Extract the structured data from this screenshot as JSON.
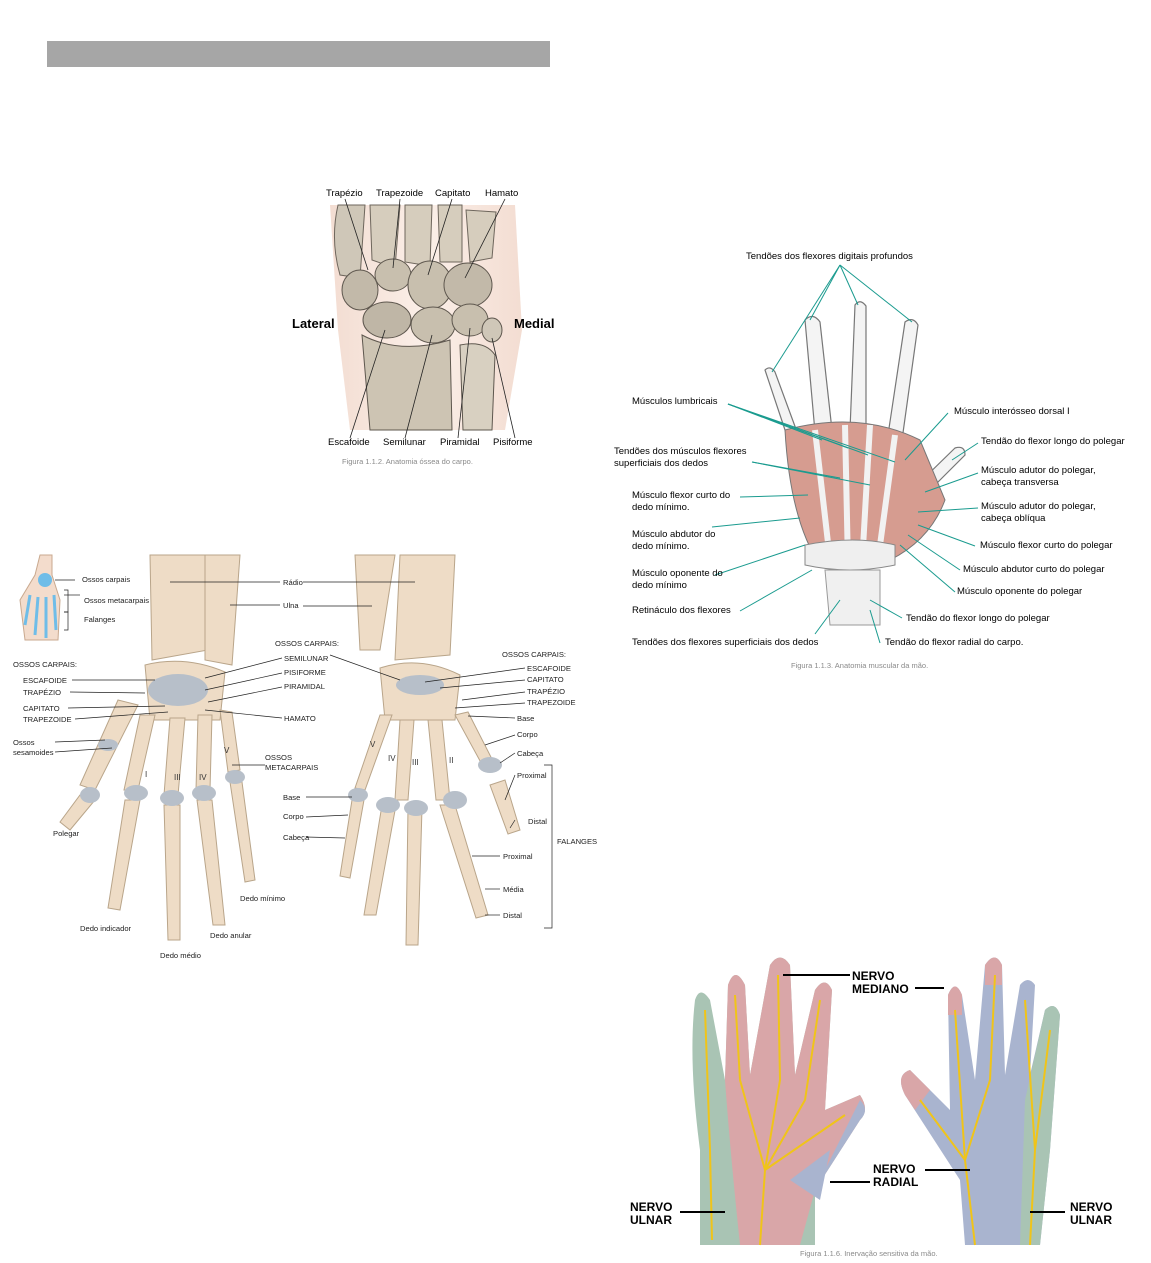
{
  "header": {
    "bar_color": "#a6a6a6"
  },
  "fig_carpal": {
    "top_labels": [
      "Trapézio",
      "Trapezoide",
      "Capitato",
      "Hamato"
    ],
    "side_labels": {
      "left": "Lateral",
      "right": "Medial"
    },
    "bottom_labels": [
      "Escafoide",
      "Semilunar",
      "Piramidal",
      "Pisiforme"
    ],
    "caption": "Figura 1.1.2. Anatomia óssea do carpo."
  },
  "fig_muscles": {
    "top_label": "Tendões dos flexores digitais profundos",
    "left_labels": [
      "Músculos lumbricais",
      "Tendões dos músculos flexores superficiais dos dedos",
      "Músculo flexor curto do dedo mínimo.",
      "Músculo abdutor do dedo mínimo.",
      "Músculo oponente do dedo mínimo",
      "Retináculo dos flexores",
      "Tendões dos flexores superficiais dos dedos"
    ],
    "right_labels": [
      "Músculo interósseo dorsal I",
      "Tendão do flexor longo do polegar",
      "Músculo adutor do polegar, cabeça transversa",
      "Músculo adutor do polegar, cabeça oblíqua",
      "Músculo flexor curto do polegar",
      "Músculo abdutor curto do polegar",
      "Músculo oponente do polegar",
      "Tendão do flexor longo do polegar",
      "Tendão do flexor radial do carpo."
    ],
    "caption": "Figura 1.1.3. Anatomia muscular da mão."
  },
  "fig_skeleton": {
    "inset_labels": [
      "Ossos carpais",
      "Ossos metacarpais",
      "Falanges"
    ],
    "top_labels": [
      "Rádio",
      "Ulna"
    ],
    "left_group_title": "OSSOS CARPAIS:",
    "left_group": [
      "ESCAFOIDE",
      "TRAPÉZIO",
      "CAPITATO",
      "TRAPEZOIDE"
    ],
    "sesamoid": "Ossos sesamoides",
    "center_group_title": "OSSOS CARPAIS:",
    "center_group": [
      "SEMILUNAR",
      "PISIFORME",
      "PIRAMIDAL"
    ],
    "hamato": "HAMATO",
    "metacarpals": "OSSOS METACARPAIS",
    "meta_parts": [
      "Base",
      "Corpo",
      "Cabeça"
    ],
    "right_group_title": "OSSOS CARPAIS:",
    "right_group": [
      "ESCAFOIDE",
      "CAPITATO",
      "TRAPÉZIO",
      "TRAPEZOIDE"
    ],
    "right_parts": [
      "Base",
      "Corpo",
      "Cabeça"
    ],
    "phalanges": [
      "Proximal",
      "Distal",
      "Proximal",
      "Média",
      "Distal"
    ],
    "phalanges_title": "FALANGES",
    "fingers": [
      "Polegar",
      "Dedo indicador",
      "Dedo médio",
      "Dedo anular",
      "Dedo mínimo"
    ],
    "roman_left": [
      "I",
      "III",
      "IV",
      "V"
    ],
    "roman_right": [
      "V",
      "IV",
      "III",
      "II"
    ]
  },
  "fig_nerves": {
    "labels": [
      "NERVO\nMEDIANO",
      "NERVO\nRADIAL",
      "NERVO\nULNAR",
      "NERVO\nULNAR"
    ],
    "caption": "Figura 1.1.6. Inervação sensitiva da mão.",
    "colors": {
      "median": "#d9a6a8",
      "radial": "#a9b4cf",
      "ulnar": "#a9c4b4",
      "nerve": "#f0c419"
    }
  }
}
